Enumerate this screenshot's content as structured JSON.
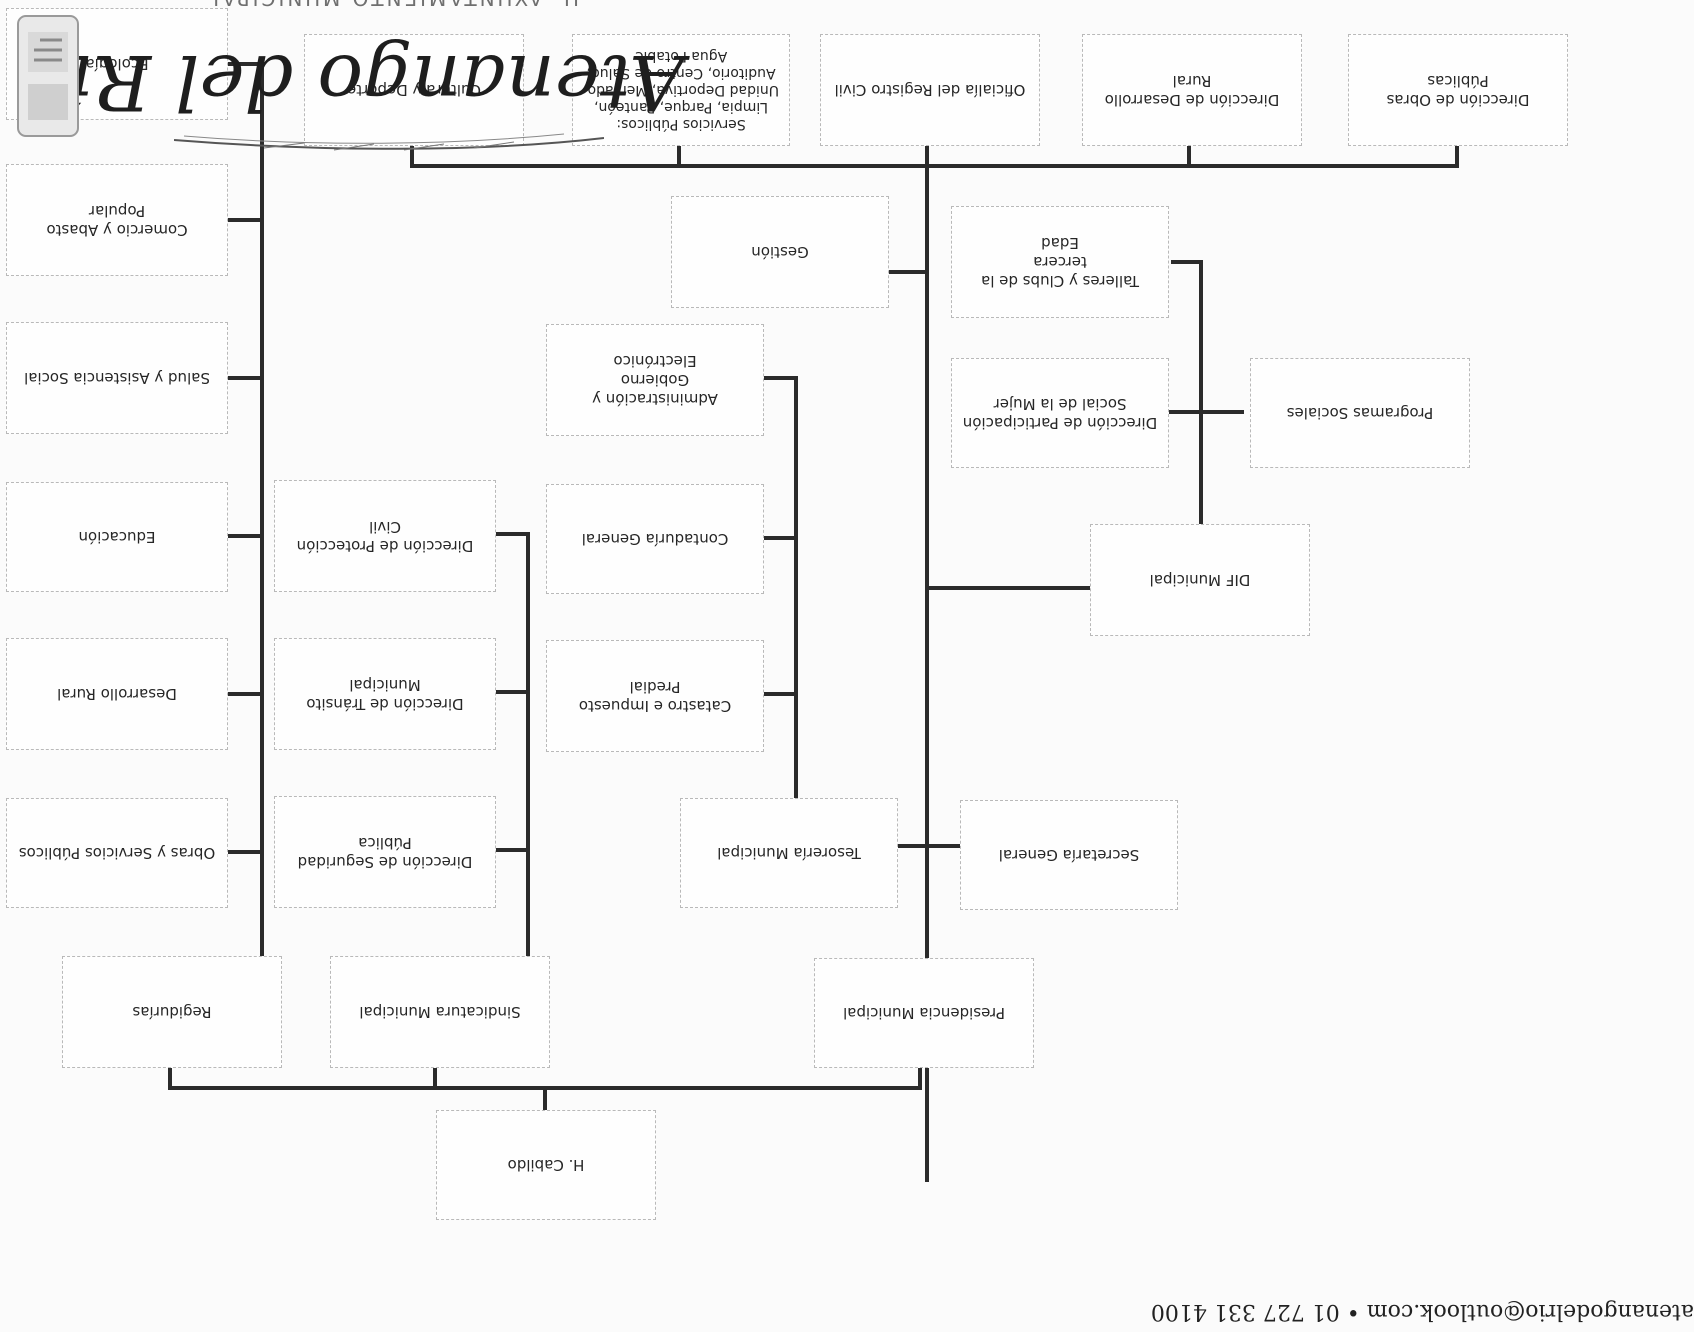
{
  "header": {
    "contact": "atenangodelrio@outlook.com • 01 727 331 4100"
  },
  "logo": {
    "script": "Atenango del Río",
    "subtitle": "H. AYUNTAMIENTO MUNICIPAL",
    "seal": "seal-icon"
  },
  "colors": {
    "line": "#2b2b2b",
    "box_border": "#b9b9b9",
    "text": "#262626",
    "paper": "#fbfbfb"
  },
  "nodes": {
    "cabildo": "H. Cabildo",
    "presidencia": "Presidencia Municipal",
    "sindicatura": "Sindicatura Municipal",
    "regidurias": "Regidurías",
    "secretaria": "Secretaría General",
    "tesoreria": "Tesorería Municipal",
    "catastro": "Catastro e Impuesto Predial",
    "contaduria": "Contaduría General",
    "administracion": "Administración y Gobierno\nElectrónico",
    "gestion": "Gestión",
    "dif": "DIF Municipal",
    "programas": "Programas Sociales",
    "participacion": "Dirección de Participación\nSocial de la Mujer",
    "talleres": "Talleres y Clubs de la tercera\nEdad",
    "obras_publicas_dir": "Dirección de Obras Públicas",
    "desarrollo_rural_dir": "Dirección de Desarrollo Rural",
    "registro_civil": "Oficialía del Registro Civil",
    "servicios_publicos": "Servicios Públicos:\nLimpia, Parque, Panteón,\nUnidad Deportiva, Mercado,\nAuditorio, Centro de Salud,\nAgua Potable",
    "cultura": "Cultura y Deporte",
    "seguridad": "Dirección de Seguridad Pública",
    "transito": "Dirección de Tránsito\nMunicipal",
    "proteccion": "Dirección de Protección Civil",
    "obras_servicios": "Obras y Servicios Públicos",
    "desarrollo_rural": "Desarrollo Rural",
    "educacion": "Educación",
    "salud": "Salud y Asistencia Social",
    "comercio": "Comercio y Abasto Popular",
    "ecologia": "Ecología"
  }
}
